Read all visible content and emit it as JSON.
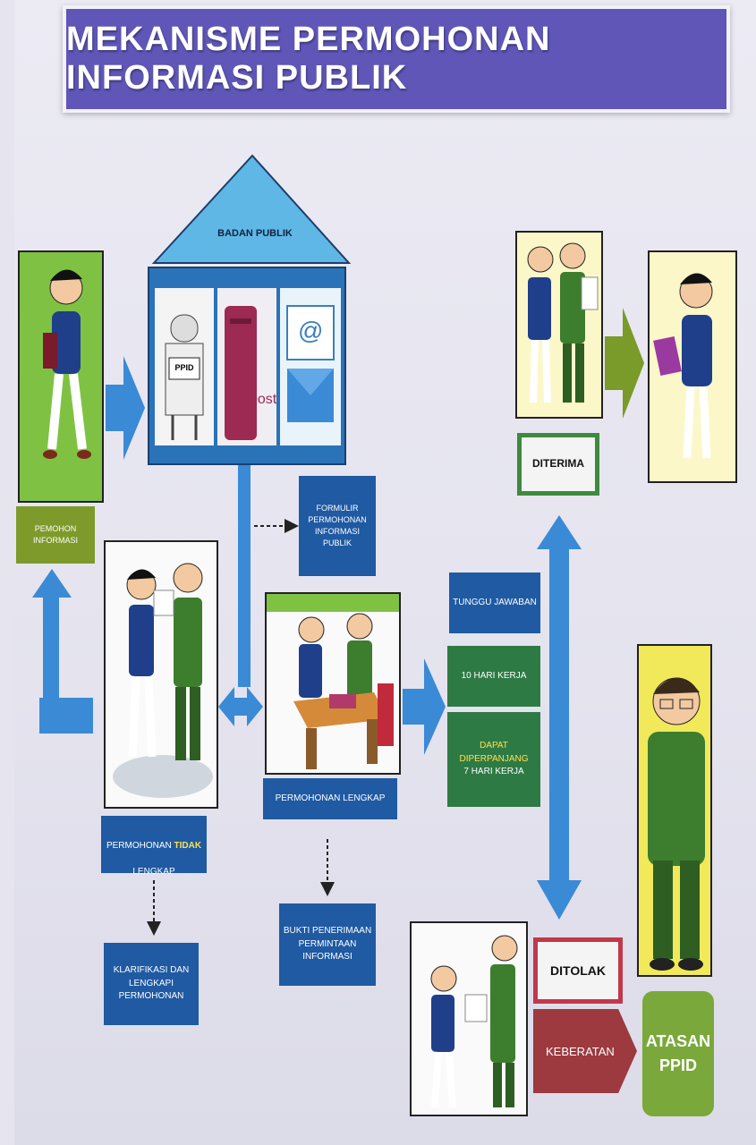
{
  "title": "MEKANISME PERMOHONAN INFORMASI PUBLIK",
  "nodes": {
    "badan_publik": "BADAN PUBLIK",
    "ppid_sign": "PPID",
    "post_label": "post",
    "at_symbol": "@",
    "pemohon": "PEMOHON\nINFORMASI",
    "formulir": "FORMULIR\nPERMOHONAN\nINFORMASI\nPUBLIK",
    "permohonan_tidak_lengkap_pre": "PERMOHONAN ",
    "permohonan_tidak_lengkap_hi": "TIDAK",
    "permohonan_tidak_lengkap_post": "LENGKAP",
    "permohonan_lengkap": "PERMOHONAN LENGKAP",
    "klarifikasi": "KLARIFIKASI DAN\nLENGKAPI\nPERMOHONAN",
    "bukti": "BUKTI PENERIMAAN\nPERMINTAAN\nINFORMASI",
    "tunggu": "TUNGGU JAWABAN",
    "hari_kerja": "10 HARI KERJA",
    "dapat": "DAPAT\nDIPERPANJANG",
    "tujuh": "7 HARI KERJA",
    "diterima": "DITERIMA",
    "ditolak": "DITOLAK",
    "keberatan": "KEBERATAN",
    "atasan": "ATASAN\nPPID"
  },
  "colors": {
    "title_bg": "#5f56b8",
    "arrow_blue": "#3a8ad6",
    "box_blue": "#1f5aa3",
    "box_green": "#2e7a45",
    "olive": "#7e9a2a",
    "maroon": "#9c3a3f"
  }
}
